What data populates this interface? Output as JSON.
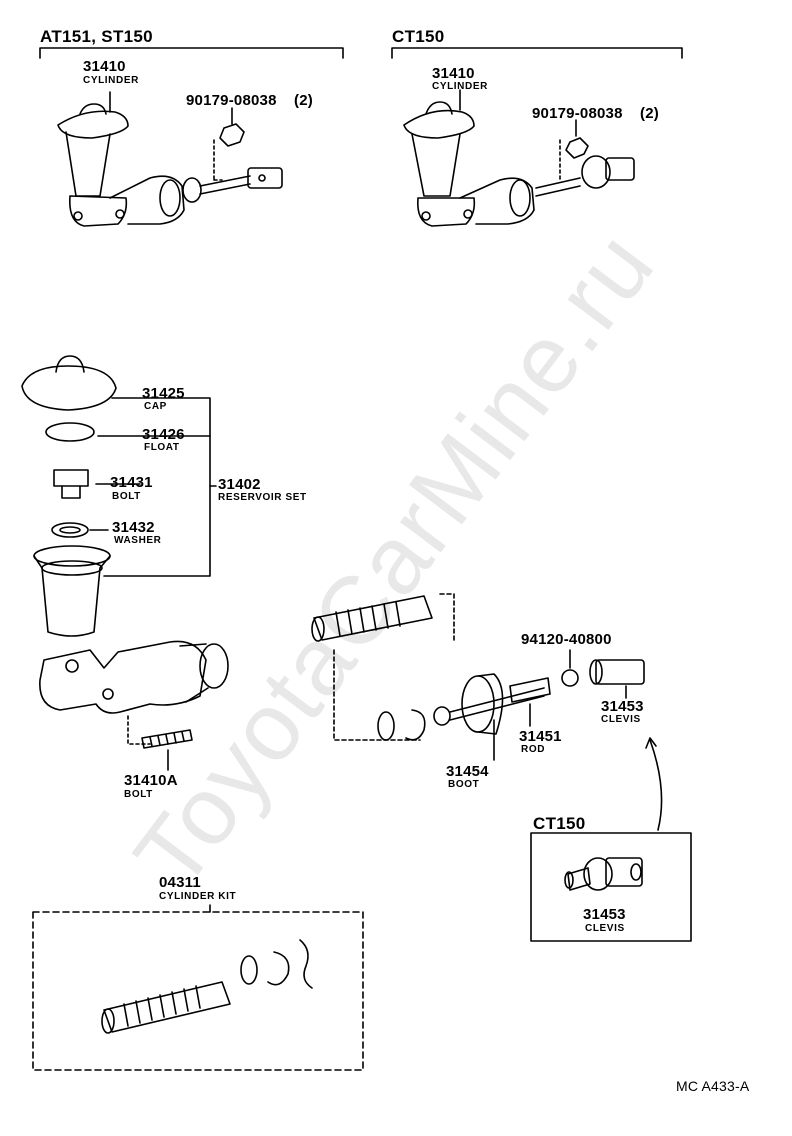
{
  "watermark": "ToyotaCarMine.ru",
  "sections": {
    "at151": {
      "title": "AT151, ST150"
    },
    "ct150_top": {
      "title": "CT150"
    },
    "ct150_clevis": {
      "title": "CT150"
    },
    "kit_box": {}
  },
  "parts": {
    "cylinder_a": {
      "number": "31410",
      "name": "CYLINDER"
    },
    "nut_a": {
      "number": "90179-08038",
      "qty": "(2)"
    },
    "cylinder_b": {
      "number": "31410",
      "name": "CYLINDER"
    },
    "nut_b": {
      "number": "90179-08038",
      "qty": "(2)"
    },
    "cap": {
      "number": "31425",
      "name": "CAP"
    },
    "float": {
      "number": "31426",
      "name": "FLOAT"
    },
    "bolt": {
      "number": "31431",
      "name": "BOLT"
    },
    "reservoir_set": {
      "number": "31402",
      "name": "RESERVOIR SET"
    },
    "washer": {
      "number": "31432",
      "name": "WASHER"
    },
    "stud_bolt": {
      "number": "31410A",
      "name": "BOLT"
    },
    "nut_rod": {
      "number": "94120-40800"
    },
    "clevis": {
      "number": "31453",
      "name": "CLEVIS"
    },
    "rod": {
      "number": "31451",
      "name": "ROD"
    },
    "boot": {
      "number": "31454",
      "name": "BOOT"
    },
    "clevis_ct150": {
      "number": "31453",
      "name": "CLEVIS"
    },
    "cylinder_kit": {
      "number": "04311",
      "name": "CYLINDER KIT"
    }
  },
  "footer": {
    "code": "MC A433-A"
  }
}
